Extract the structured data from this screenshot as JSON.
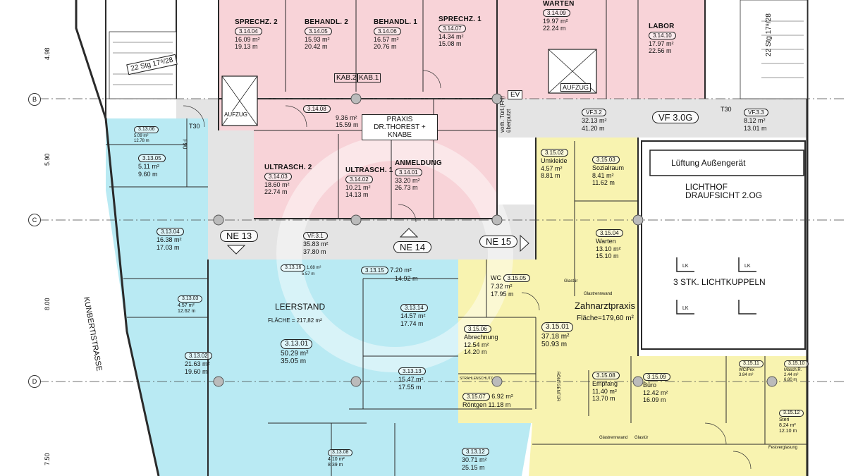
{
  "colors": {
    "pink": "#f8d3d8",
    "cyan": "#b9eaf3",
    "yellow": "#f8f3b0",
    "grey": "#e4e4e4",
    "line": "#2a2a2a"
  },
  "street": {
    "label": "KUNBERTISTRASSE"
  },
  "axes": [
    {
      "label": "B"
    },
    {
      "label": "C"
    },
    {
      "label": "D"
    }
  ],
  "dims": [
    "4.98",
    "5.90",
    "8.00",
    "7.50"
  ],
  "stairs": [
    {
      "label": "22 Stg 17⁸/28"
    },
    {
      "label": "22 Stg 17⁸/28"
    }
  ],
  "zones": [
    {
      "label": "NE 13"
    },
    {
      "label": "NE 14"
    },
    {
      "label": "NE 15"
    },
    {
      "label": "VF 3.0G"
    }
  ],
  "circulation": [
    {
      "id": "VF.3.1",
      "l1": "35.83 m²",
      "l2": "37.80 m"
    },
    {
      "id": "VF.3.2",
      "l1": "32.13 m²",
      "l2": "41.20 m"
    },
    {
      "id": "VF.3.3",
      "l1": "8.12 m²",
      "l2": "13.01 m"
    }
  ],
  "misc": {
    "t30a": "T30",
    "t30b": "T30",
    "ev": "EV",
    "shaft": "vorh. Türl.(FH) überputzt",
    "aufzug1": "AUFZUG",
    "aufzug2": "AUFZUG",
    "f90": "F90"
  },
  "praxis": {
    "title": "PRAXIS DR.THOREST + KNABE"
  },
  "rooms_pink": [
    {
      "name": "SPRECHZ. 2",
      "id": "3.14.04",
      "a": "16.09 m²",
      "p": "19.13 m"
    },
    {
      "name": "BEHANDL. 2",
      "id": "3.14.05",
      "a": "15.93 m²",
      "p": "20.42 m"
    },
    {
      "name": "BEHANDL. 1",
      "id": "3.14.06",
      "a": "16.57 m²",
      "p": "20.76 m"
    },
    {
      "name": "SPRECHZ. 1",
      "id": "3.14.07",
      "a": "14.34 m²",
      "p": "15.08 m"
    },
    {
      "name": "WARTEN",
      "id": "3.14.09",
      "a": "19.97 m²",
      "p": "22.24 m"
    },
    {
      "name": "LABOR",
      "id": "3.14.10",
      "a": "17.97 m²",
      "p": "22.56 m"
    },
    {
      "name": "",
      "id": "3.14.08",
      "a": "9.36 m²",
      "p": "15.59 m"
    },
    {
      "name": "ULTRASCH. 2",
      "id": "3.14.03",
      "a": "18.60 m²",
      "p": "22.74 m"
    },
    {
      "name": "ULTRASCH. 1",
      "id": "3.14.02",
      "a": "10.21 m²",
      "p": "14.13 m"
    },
    {
      "name": "ANMELDUNG",
      "id": "3.14.01",
      "a": "33.20 m²",
      "p": "26.73 m"
    }
  ],
  "kab": [
    "KAB.2",
    "KAB.1"
  ],
  "rooms_cyan": [
    {
      "id": "3.13.06",
      "a": "5.09 m²",
      "p": "12.78 m"
    },
    {
      "id": "3.13.05",
      "a": "5.11 m²",
      "p": "9.60 m"
    },
    {
      "id": "3.13.04",
      "a": "16.38 m²",
      "p": "17.03 m"
    },
    {
      "id": "3.13.03",
      "a": "4.57 m²",
      "p": "12.62 m"
    },
    {
      "id": "3.13.02",
      "a": "21.63 m²",
      "p": "19.60 m"
    },
    {
      "id": "3.13.15",
      "a": "7.20 m²",
      "p": "14.92 m"
    },
    {
      "id": "3.13.14",
      "a": "14.57 m²",
      "p": "17.74 m"
    },
    {
      "id": "3.13.13",
      "a": "15.47 m²",
      "p": "17.55 m"
    },
    {
      "id": "3.13.12",
      "a": "30.71 m²",
      "p": "25.15 m"
    },
    {
      "id": "3.13.08",
      "a": "4.10 m²",
      "p": "8.39 m"
    },
    {
      "id": "3.13.16",
      "a": "1.68 m²",
      "p": "5.57 m"
    }
  ],
  "leerstand": {
    "title": "LEERSTAND",
    "flaeche": "FLÄCHE = 217,82 m²",
    "id": "3.13.01",
    "a": "50.29 m²",
    "p": "35.05 m"
  },
  "zahnarzt": {
    "title": "Zahnarztpraxis",
    "flaeche": "Fläche=179,60 m²"
  },
  "rooms_yellow": [
    {
      "name": "Umkleide",
      "id": "3.15.02",
      "a": "4.57 m²",
      "p": "8.81 m"
    },
    {
      "name": "Sozialraum",
      "id": "3.15.03",
      "a": "8.41 m²",
      "p": "11.62 m"
    },
    {
      "name": "Warten",
      "id": "3.15.04",
      "a": "13.10 m²",
      "p": "15.10 m"
    },
    {
      "name": "WC",
      "id": "3.15.05",
      "a": "7.32 m²",
      "p": "17.95 m"
    },
    {
      "name": "Abrechnung",
      "id": "3.15.06",
      "a": "12.54 m²",
      "p": "14.20 m"
    },
    {
      "name": "",
      "id": "3.15.01",
      "a": "37.18 m²",
      "p": "50.93 m"
    },
    {
      "name": "Empfang",
      "id": "3.15.08",
      "a": "11.40 m²",
      "p": "13.70 m"
    },
    {
      "name": "Büro",
      "id": "3.15.09",
      "a": "12.42 m²",
      "p": "16.09 m"
    },
    {
      "name": "Röntgen",
      "id": "3.15.07",
      "a": "6.92 m²",
      "p": "11.18 m"
    },
    {
      "name": "Steri",
      "id": "3.15.12",
      "a": "8.24 m²",
      "p": "12.10 m"
    },
    {
      "name": "Masch.R.",
      "id": "3.15.10",
      "a": "2.44 m²",
      "p": "6.80 m"
    },
    {
      "name": "WC/Pex",
      "id": "3.15.11",
      "a": "3.84 m²",
      "p": ""
    }
  ],
  "lichthof": {
    "box": "Lüftung Außengerät",
    "title": "LICHTHOF",
    "sub": "DRAUFSICHT 2.OG",
    "kuppeln": "3 STK. LICHTKUPPELN",
    "lk": "LK"
  },
  "notes": {
    "glastrennwand": "Glastrennwand",
    "glastuer": "Glastür",
    "fest": "Festverglasung",
    "rontgen": "RÖNTGENTÜR",
    "strahlen": "STRAHLENSCHUTZ"
  }
}
